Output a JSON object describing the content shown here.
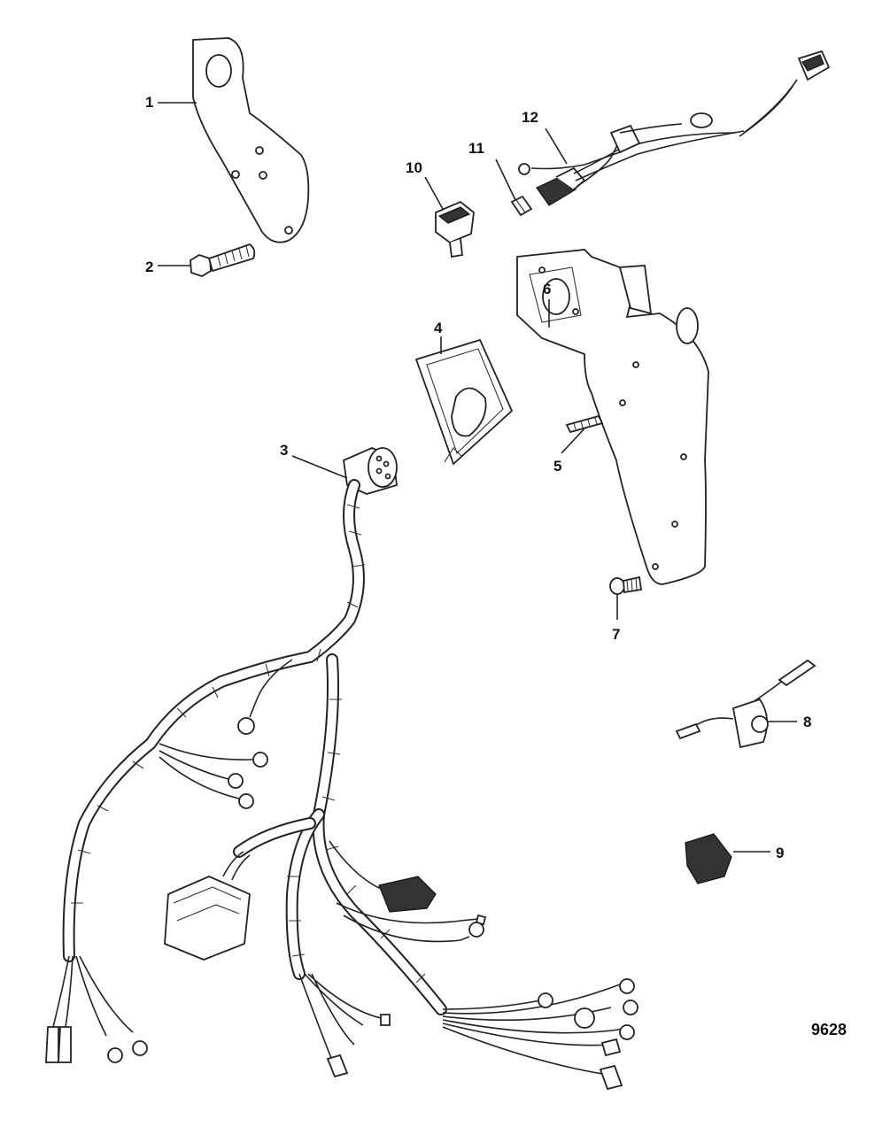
{
  "diagram": {
    "figure_code": "9628",
    "callouts": [
      {
        "id": "1",
        "text": "1"
      },
      {
        "id": "2",
        "text": "2"
      },
      {
        "id": "3",
        "text": "3"
      },
      {
        "id": "4",
        "text": "4"
      },
      {
        "id": "5",
        "text": "5"
      },
      {
        "id": "6",
        "text": "6"
      },
      {
        "id": "7",
        "text": "7"
      },
      {
        "id": "8",
        "text": "8"
      },
      {
        "id": "9",
        "text": "9"
      },
      {
        "id": "10",
        "text": "10"
      },
      {
        "id": "11",
        "text": "11"
      },
      {
        "id": "12",
        "text": "12"
      }
    ]
  }
}
